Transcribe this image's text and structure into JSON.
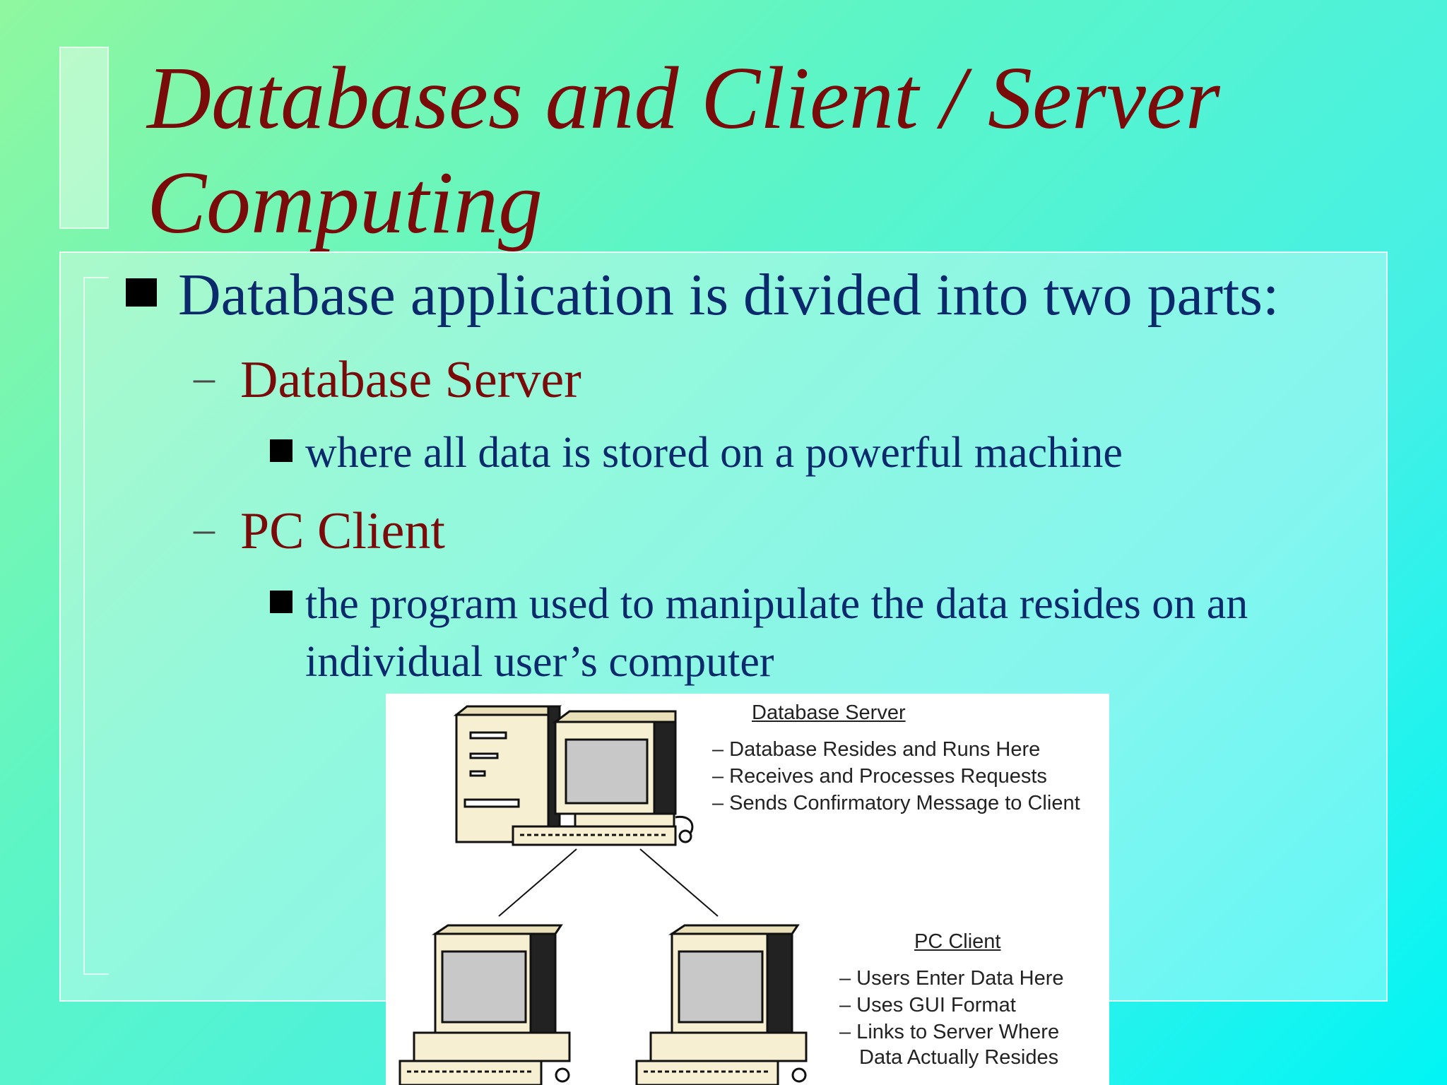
{
  "slide": {
    "title": "Databases and Client / Server Computing",
    "bullet_main": "Database application is divided into two parts:",
    "items": [
      {
        "heading": "Database Server",
        "detail": "where all data is stored on a powerful machine"
      },
      {
        "heading": "PC Client",
        "detail": "the program used to manipulate the data resides on an individual user’s computer"
      }
    ],
    "dash_symbol": "–"
  },
  "diagram": {
    "server": {
      "heading": "Database Server",
      "lines": [
        "– Database Resides and Runs Here",
        "– Receives and Processes Requests",
        "– Sends Confirmatory Message to Client"
      ]
    },
    "client": {
      "heading": "PC Client",
      "lines": [
        "– Users Enter Data Here",
        "– Uses GUI Format",
        "– Links to Server Where",
        "Data Actually Resides"
      ]
    }
  },
  "colors": {
    "title": "#7a0b0b",
    "body": "#0b2a6b",
    "computer_beige": "#f7efd2",
    "screen_gray": "#c8c8c8"
  }
}
